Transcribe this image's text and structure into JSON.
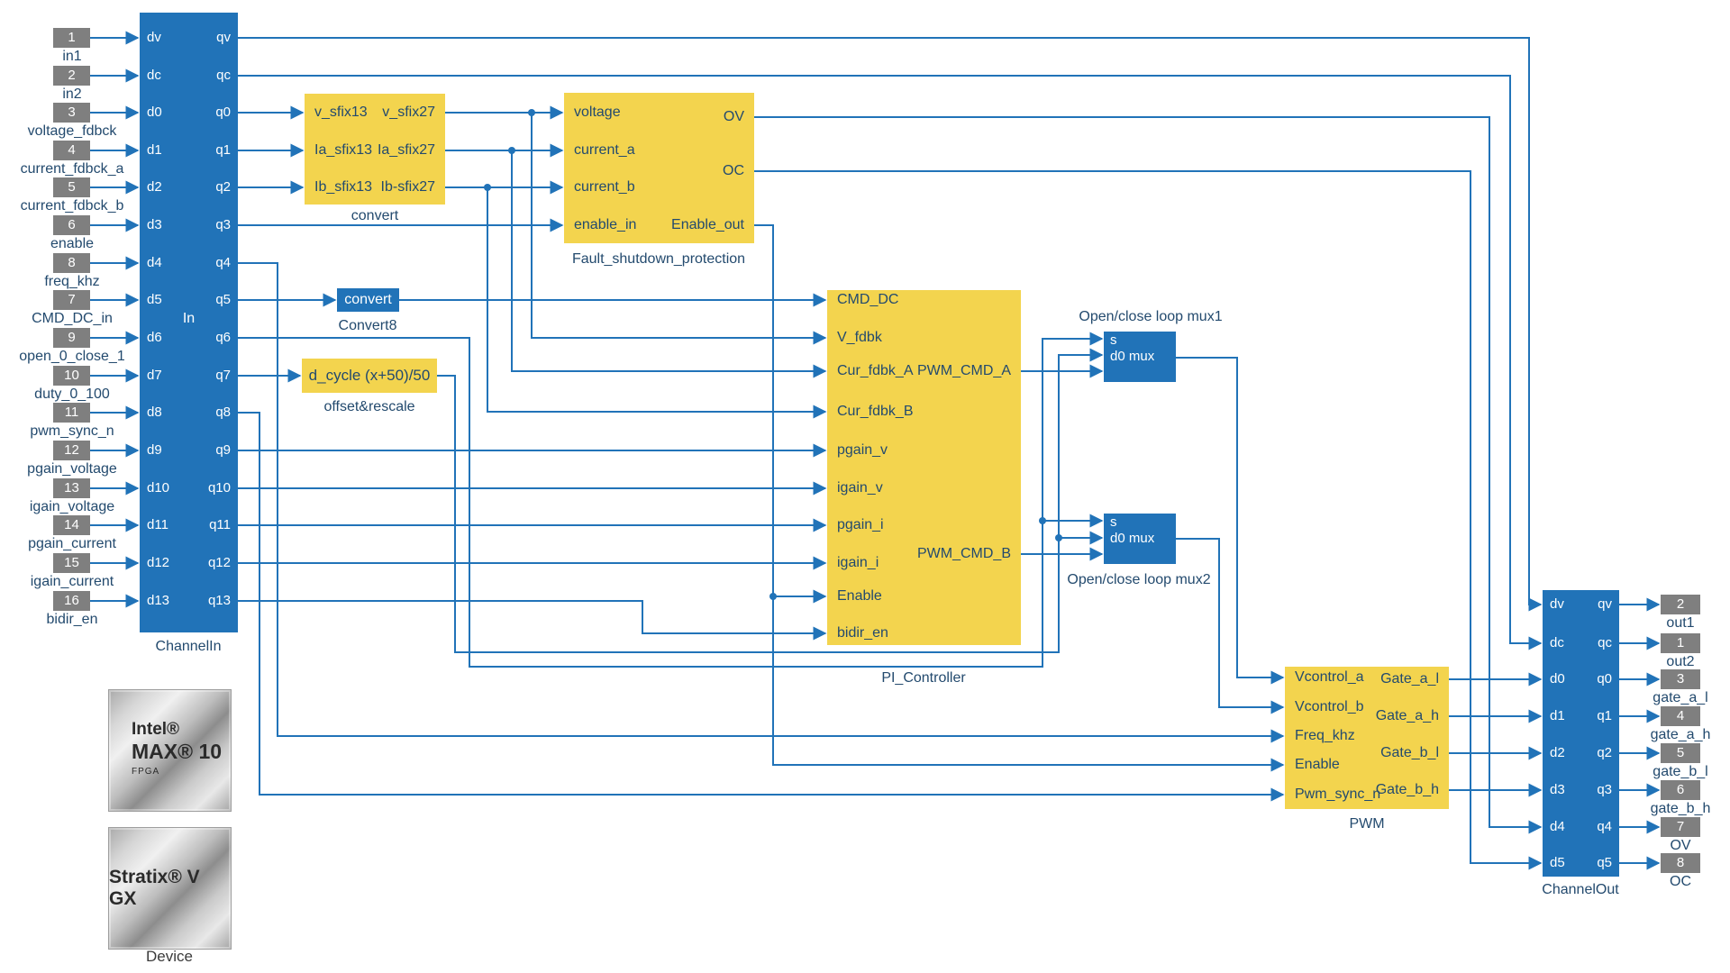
{
  "colors": {
    "block_blue": "#2173B8",
    "block_yellow": "#F3D44E",
    "wire_blue": "#2173B8",
    "label_navy": "#234A6E",
    "port_gray": "#7F7F7F"
  },
  "input_ports": [
    {
      "num": "1",
      "label": "in1"
    },
    {
      "num": "2",
      "label": "in2"
    },
    {
      "num": "3",
      "label": "voltage_fdbck"
    },
    {
      "num": "4",
      "label": "current_fdbck_a"
    },
    {
      "num": "5",
      "label": "current_fdbck_b"
    },
    {
      "num": "6",
      "label": "enable"
    },
    {
      "num": "8",
      "label": "freq_khz"
    },
    {
      "num": "7",
      "label": "CMD_DC_in"
    },
    {
      "num": "9",
      "label": "open_0_close_1"
    },
    {
      "num": "10",
      "label": "duty_0_100"
    },
    {
      "num": "11",
      "label": "pwm_sync_n"
    },
    {
      "num": "12",
      "label": "pgain_voltage"
    },
    {
      "num": "13",
      "label": "igain_voltage"
    },
    {
      "num": "14",
      "label": "pgain_current"
    },
    {
      "num": "15",
      "label": "igain_current"
    },
    {
      "num": "16",
      "label": "bidir_en"
    }
  ],
  "channel_in": {
    "name": "ChannelIn",
    "inner_label": "In",
    "rows": [
      {
        "in": "dv",
        "out": "qv"
      },
      {
        "in": "dc",
        "out": "qc"
      },
      {
        "in": "d0",
        "out": "q0"
      },
      {
        "in": "d1",
        "out": "q1"
      },
      {
        "in": "d2",
        "out": "q2"
      },
      {
        "in": "d3",
        "out": "q3"
      },
      {
        "in": "d4",
        "out": "q4"
      },
      {
        "in": "d5",
        "out": "q5"
      },
      {
        "in": "d6",
        "out": "q6"
      },
      {
        "in": "d7",
        "out": "q7"
      },
      {
        "in": "d8",
        "out": "q8"
      },
      {
        "in": "d9",
        "out": "q9"
      },
      {
        "in": "d10",
        "out": "q10"
      },
      {
        "in": "d11",
        "out": "q11"
      },
      {
        "in": "d12",
        "out": "q12"
      },
      {
        "in": "d13",
        "out": "q13"
      }
    ]
  },
  "convert_block": {
    "name": "convert",
    "rows": [
      {
        "in": "v_sfix13",
        "out": "v_sfix27"
      },
      {
        "in": "Ia_sfix13",
        "out": "Ia_sfix27"
      },
      {
        "in": "Ib_sfix13",
        "out": "Ib-sfix27"
      }
    ]
  },
  "fault_block": {
    "name": "Fault_shutdown_protection",
    "inputs": [
      "voltage",
      "current_a",
      "current_b",
      "enable_in"
    ],
    "outputs": [
      "OV",
      "OC",
      "Enable_out"
    ]
  },
  "convert8_block": {
    "text": "convert",
    "name": "Convert8"
  },
  "offset_block": {
    "text": "d_cycle (x+50)/50",
    "name": "offset&rescale"
  },
  "pi_controller": {
    "name": "PI_Controller",
    "inputs": [
      "CMD_DC",
      "V_fdbk",
      "Cur_fdbk_A",
      "Cur_fdbk_B",
      "pgain_v",
      "igain_v",
      "pgain_i",
      "igain_i",
      "Enable",
      "bidir_en"
    ],
    "outputs": [
      "PWM_CMD_A",
      "PWM_CMD_B"
    ]
  },
  "mux1": {
    "caption": "Open/close loop mux1",
    "select_label": "s",
    "body_label": "d0 mux"
  },
  "mux2": {
    "caption": "Open/close loop mux2",
    "select_label": "s",
    "body_label": "d0 mux"
  },
  "pwm_block": {
    "name": "PWM",
    "inputs": [
      "Vcontrol_a",
      "Vcontrol_b",
      "Freq_khz",
      "Enable",
      "Pwm_sync_n"
    ],
    "outputs": [
      "Gate_a_l",
      "Gate_a_h",
      "Gate_b_l",
      "Gate_b_h"
    ]
  },
  "channel_out": {
    "name": "ChannelOut",
    "rows": [
      {
        "in": "dv",
        "out": "qv"
      },
      {
        "in": "dc",
        "out": "qc"
      },
      {
        "in": "d0",
        "out": "q0"
      },
      {
        "in": "d1",
        "out": "q1"
      },
      {
        "in": "d2",
        "out": "q2"
      },
      {
        "in": "d3",
        "out": "q3"
      },
      {
        "in": "d4",
        "out": "q4"
      },
      {
        "in": "d5",
        "out": "q5"
      }
    ]
  },
  "output_ports": [
    {
      "num": "2",
      "label": "out1"
    },
    {
      "num": "1",
      "label": "out2"
    },
    {
      "num": "3",
      "label": "gate_a_l"
    },
    {
      "num": "4",
      "label": "gate_a_h"
    },
    {
      "num": "5",
      "label": "gate_b_l"
    },
    {
      "num": "6",
      "label": "gate_b_h"
    },
    {
      "num": "7",
      "label": "OV"
    },
    {
      "num": "8",
      "label": "OC"
    }
  ],
  "device": {
    "chip1_line1": "Intel®",
    "chip1_line2": "MAX® 10",
    "chip1_line3": "FPGA",
    "chip2_label": "Stratix® V GX",
    "caption": "Device"
  }
}
